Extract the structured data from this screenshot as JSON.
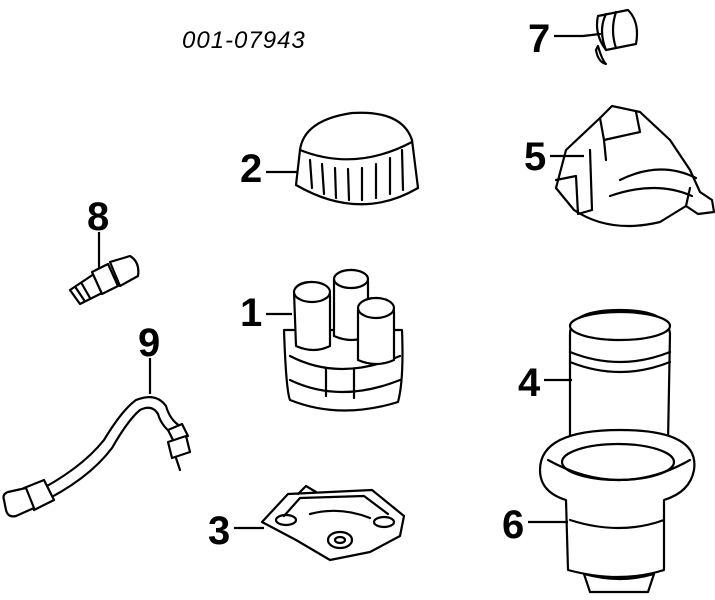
{
  "diagram_id": "001-07943",
  "callouts": [
    "1",
    "2",
    "3",
    "4",
    "5",
    "6",
    "7",
    "8",
    "9"
  ],
  "colors": {
    "line": "#000000",
    "background": "#ffffff"
  }
}
